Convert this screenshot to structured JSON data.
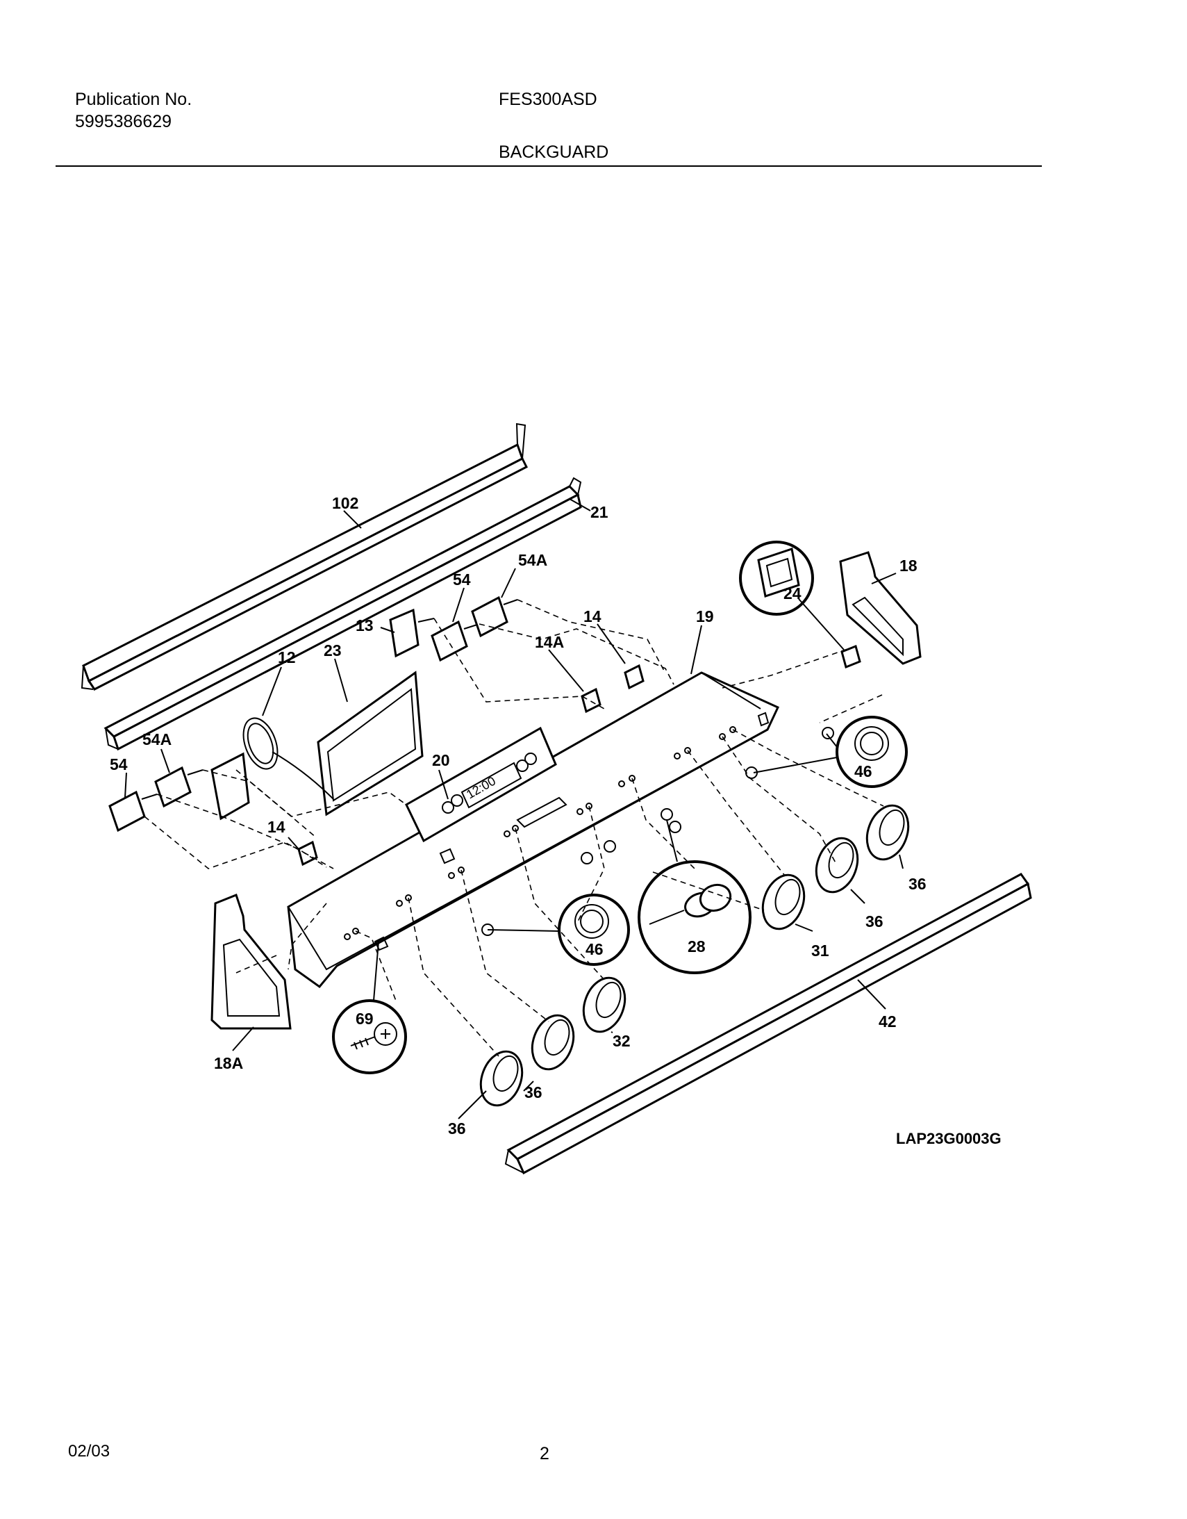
{
  "header": {
    "publication_label": "Publication No.",
    "publication_number": "5995386629",
    "model": "FES300ASD",
    "section_title": "BACKGUARD"
  },
  "diagram": {
    "drawing_id": "LAP23G0003G",
    "clock_display": "12:00",
    "callouts": {
      "c102": "102",
      "c21": "21",
      "c54a_top": "54A",
      "c54_top": "54",
      "c13": "13",
      "c14_top": "14",
      "c14a": "14A",
      "c19": "19",
      "c24": "24",
      "c18": "18",
      "c12": "12",
      "c23": "23",
      "c20": "20",
      "c54a_left": "54A",
      "c54_left": "54",
      "c46_right": "46",
      "c14_bottom": "14",
      "c36_a": "36",
      "c36_b": "36",
      "c31": "31",
      "c28": "28",
      "c46_left": "46",
      "c69": "69",
      "c32": "32",
      "c42": "42",
      "c18a": "18A",
      "c36_c": "36",
      "c36_d": "36"
    }
  },
  "footer": {
    "date": "02/03",
    "page_number": "2"
  }
}
